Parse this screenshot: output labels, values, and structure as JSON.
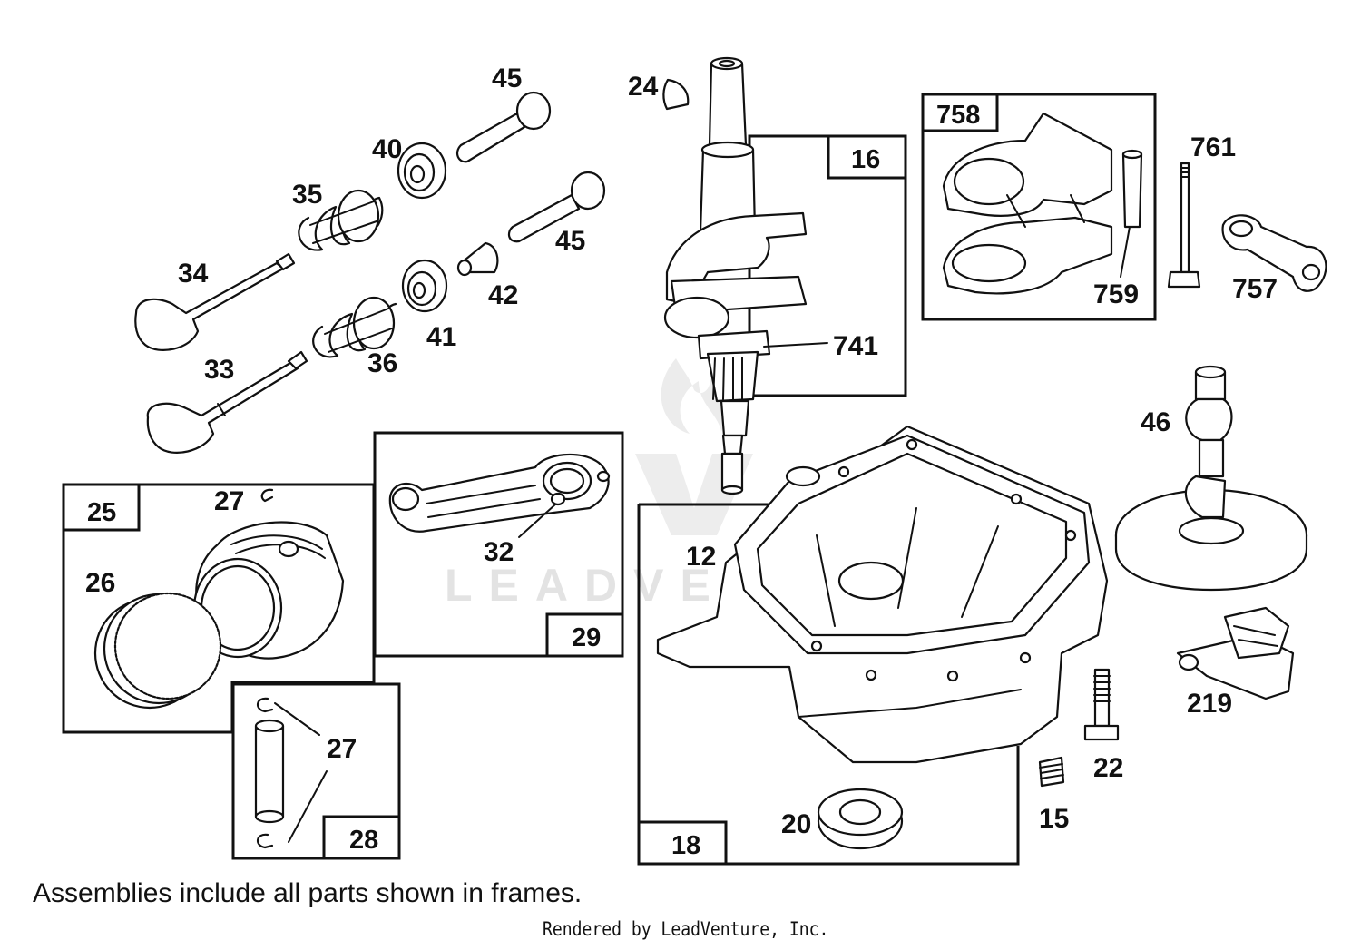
{
  "footnote": "Assemblies include all parts shown in frames.",
  "credit": "Rendered by LeadVenture, Inc.",
  "watermark": {
    "text": "LEADVENTURE",
    "color": "#e3e3e3"
  },
  "frames": {
    "f16": "16",
    "f758": "758",
    "f25": "25",
    "f29": "29",
    "f28": "28",
    "f18": "18"
  },
  "callouts": {
    "c45a": "45",
    "c45b": "45",
    "c24": "24",
    "c40": "40",
    "c35": "35",
    "c34": "34",
    "c42": "42",
    "c41": "41",
    "c36": "36",
    "c33": "33",
    "c741": "741",
    "c761": "761",
    "c759": "759",
    "c757": "757",
    "c46": "46",
    "c27a": "27",
    "c26": "26",
    "c32": "32",
    "c12": "12",
    "c27b": "27",
    "c219": "219",
    "c22": "22",
    "c15": "15",
    "c20": "20"
  }
}
